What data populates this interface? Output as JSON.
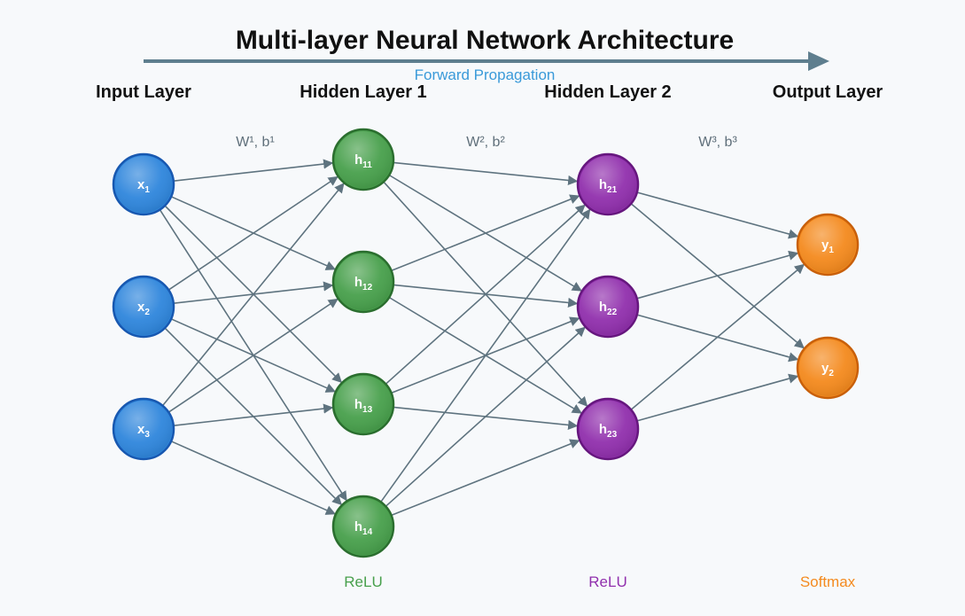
{
  "title": "Multi-layer Neural Network Architecture",
  "forward_label": "Forward Propagation",
  "colors": {
    "arrow": "#5e7e8e",
    "forward_text": "#3a9ad9",
    "edge": "#5e737f",
    "weight_text": "#5f6f7a"
  },
  "layers": [
    {
      "label": "Input Layer",
      "activation": "",
      "fill": "#2f86dc",
      "stroke": "#1858b0",
      "nodes": [
        {
          "main": "x",
          "sub": "1"
        },
        {
          "main": "x",
          "sub": "2"
        },
        {
          "main": "x",
          "sub": "3"
        }
      ]
    },
    {
      "label": "Hidden Layer 1",
      "activation": "ReLU",
      "fill": "#48a04c",
      "stroke": "#2b6e2f",
      "nodes": [
        {
          "main": "h",
          "sub": "11"
        },
        {
          "main": "h",
          "sub": "12"
        },
        {
          "main": "h",
          "sub": "13"
        },
        {
          "main": "h",
          "sub": "14"
        }
      ]
    },
    {
      "label": "Hidden Layer 2",
      "activation": "ReLU",
      "fill": "#9130ad",
      "stroke": "#66177e",
      "nodes": [
        {
          "main": "h",
          "sub": "21"
        },
        {
          "main": "h",
          "sub": "22"
        },
        {
          "main": "h",
          "sub": "23"
        }
      ]
    },
    {
      "label": "Output Layer",
      "activation": "Softmax",
      "fill": "#f48a1e",
      "stroke": "#c8600b",
      "nodes": [
        {
          "main": "y",
          "sub": "1"
        },
        {
          "main": "y",
          "sub": "2"
        }
      ]
    }
  ],
  "weights": [
    "W¹, b¹",
    "W², b²",
    "W³, b³"
  ]
}
